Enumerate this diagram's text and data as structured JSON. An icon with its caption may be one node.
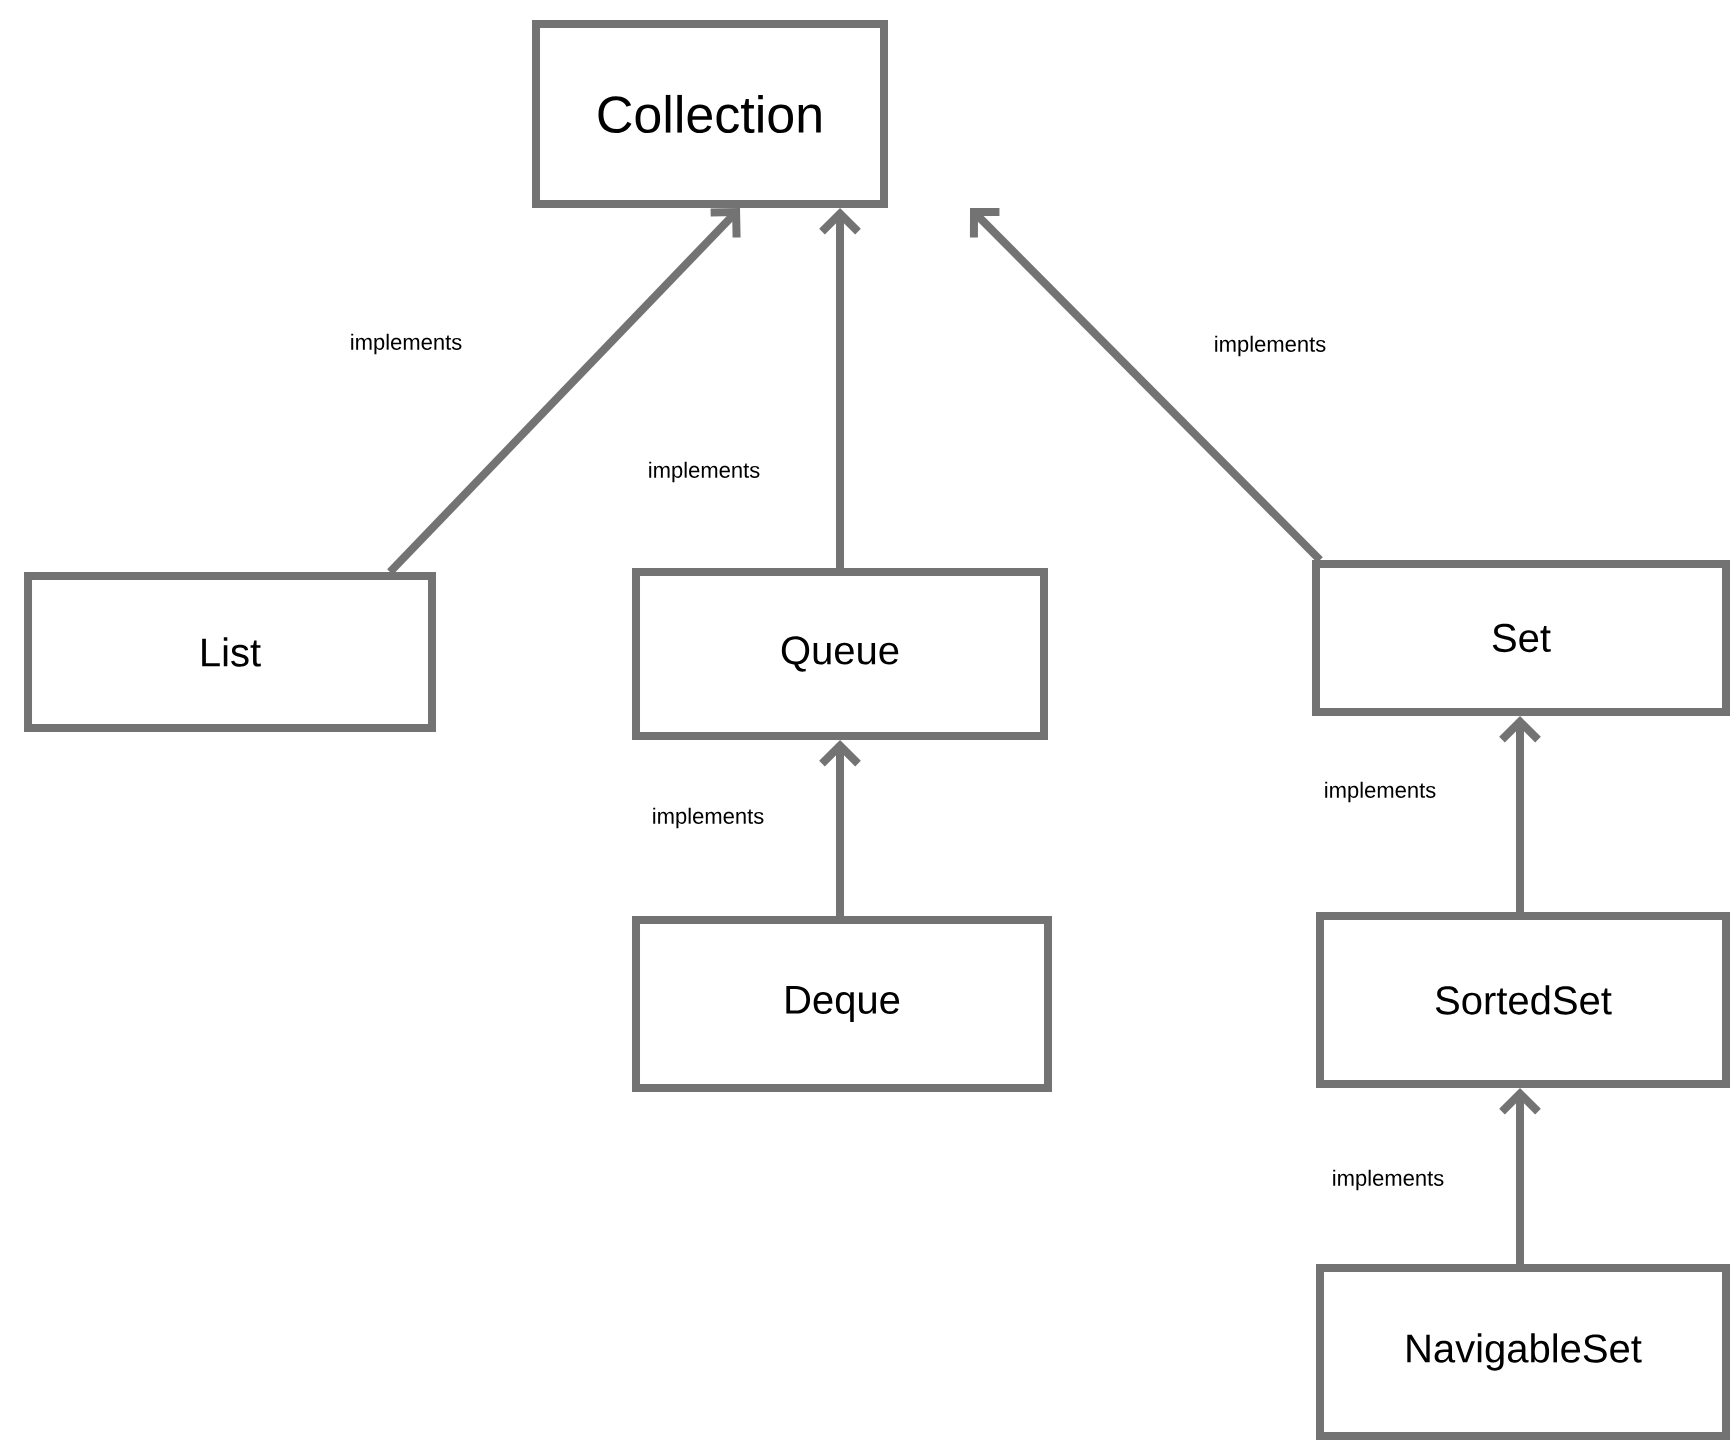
{
  "diagram": {
    "nodes": [
      {
        "text": [
          "Collection"
        ]
      },
      {
        "text": [
          "List"
        ]
      },
      {
        "text": [
          "Queue"
        ]
      },
      {
        "text": [
          "Set"
        ]
      },
      {
        "text": [
          "Deque"
        ]
      },
      {
        "text": [
          "SortedSet"
        ]
      },
      {
        "text": [
          "NavigableSet"
        ]
      }
    ],
    "edges": [
      {
        "from": 1,
        "to": 0,
        "arrow": "to",
        "label": "implements"
      },
      {
        "from": 2,
        "to": 0,
        "arrow": "to",
        "label": "implements"
      },
      {
        "from": 3,
        "to": 0,
        "arrow": "to",
        "label": "implements"
      },
      {
        "from": 4,
        "to": 2,
        "arrow": "to",
        "label": "implements"
      },
      {
        "from": 5,
        "to": 3,
        "arrow": "to",
        "label": "implements"
      },
      {
        "from": 6,
        "to": 5,
        "arrow": "to",
        "label": "implements"
      }
    ]
  }
}
